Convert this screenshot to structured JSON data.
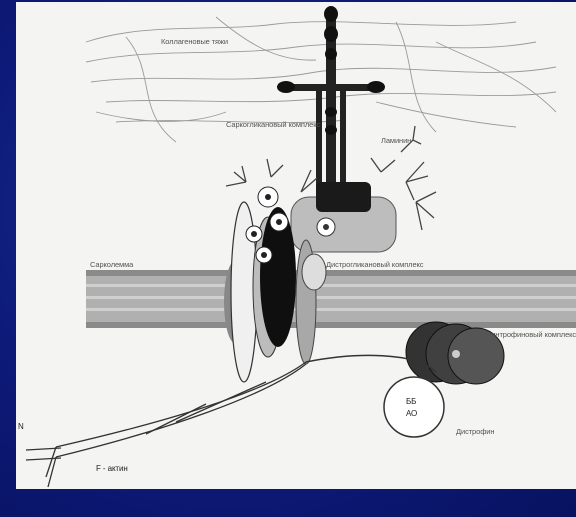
{
  "labels": {
    "extracellular_matrix": "Коллагеновые тяжи",
    "sarcoglycan_complex": "Саркогликановый комплекс",
    "laminin": "Ламинин",
    "sarcolemma": "Сарколемма",
    "dystroglycan_complex": "Дистрогликановый комплекс",
    "syntrophin_complex": "Синтрофиновый комплекс",
    "dystrophin": "Дистрофин",
    "f_actin": "F - актин",
    "n_terminus": "N",
    "dystrophin_inner_top": "ББ",
    "dystrophin_inner_bottom": "АО"
  },
  "colors": {
    "background": "#0d1a78",
    "panel": "#f4f4f2",
    "membrane": "#a9a9a9",
    "dark_protein": "#111111",
    "light_protein": "#c9c9c9"
  }
}
